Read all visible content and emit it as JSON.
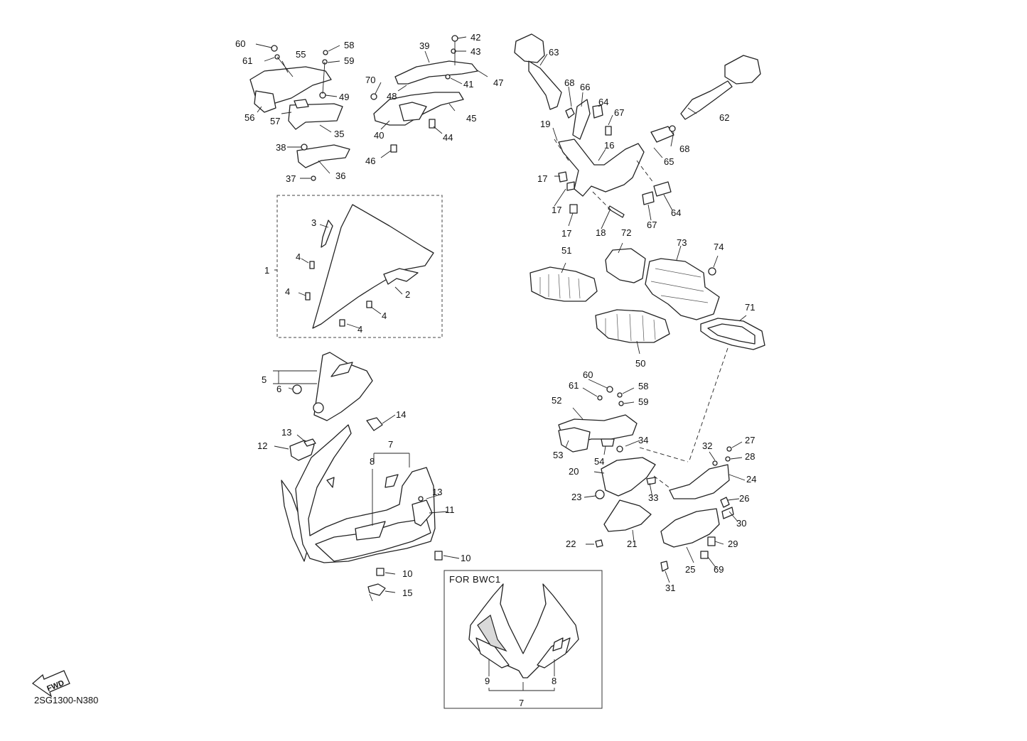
{
  "diagram": {
    "code": "2SG1300-N380",
    "variant_label": "FOR BWC1",
    "fwd_label": "FWD",
    "callouts": [
      {
        "id": "c60a",
        "text": "60"
      },
      {
        "id": "c61a",
        "text": "61"
      },
      {
        "id": "c55",
        "text": "55"
      },
      {
        "id": "c58a",
        "text": "58"
      },
      {
        "id": "c59a",
        "text": "59"
      },
      {
        "id": "c49",
        "text": "49"
      },
      {
        "id": "c56",
        "text": "56"
      },
      {
        "id": "c57",
        "text": "57"
      },
      {
        "id": "c35",
        "text": "35"
      },
      {
        "id": "c38",
        "text": "38"
      },
      {
        "id": "c36",
        "text": "36"
      },
      {
        "id": "c37",
        "text": "37"
      },
      {
        "id": "c42",
        "text": "42"
      },
      {
        "id": "c43",
        "text": "43"
      },
      {
        "id": "c39",
        "text": "39"
      },
      {
        "id": "c47",
        "text": "47"
      },
      {
        "id": "c70",
        "text": "70"
      },
      {
        "id": "c41",
        "text": "41"
      },
      {
        "id": "c48",
        "text": "48"
      },
      {
        "id": "c45",
        "text": "45"
      },
      {
        "id": "c40",
        "text": "40"
      },
      {
        "id": "c44",
        "text": "44"
      },
      {
        "id": "c46",
        "text": "46"
      },
      {
        "id": "c63",
        "text": "63"
      },
      {
        "id": "c68a",
        "text": "68"
      },
      {
        "id": "c66",
        "text": "66"
      },
      {
        "id": "c64a",
        "text": "64"
      },
      {
        "id": "c67a",
        "text": "67"
      },
      {
        "id": "c62",
        "text": "62"
      },
      {
        "id": "c19",
        "text": "19"
      },
      {
        "id": "c16",
        "text": "16"
      },
      {
        "id": "c68b",
        "text": "68"
      },
      {
        "id": "c65",
        "text": "65"
      },
      {
        "id": "c17a",
        "text": "17"
      },
      {
        "id": "c17b",
        "text": "17"
      },
      {
        "id": "c17c",
        "text": "17"
      },
      {
        "id": "c18",
        "text": "18"
      },
      {
        "id": "c67b",
        "text": "67"
      },
      {
        "id": "c64b",
        "text": "64"
      },
      {
        "id": "c3",
        "text": "3"
      },
      {
        "id": "c4a",
        "text": "4"
      },
      {
        "id": "c1",
        "text": "1"
      },
      {
        "id": "c4b",
        "text": "4"
      },
      {
        "id": "c2",
        "text": "2"
      },
      {
        "id": "c4c",
        "text": "4"
      },
      {
        "id": "c4d",
        "text": "4"
      },
      {
        "id": "c51",
        "text": "51"
      },
      {
        "id": "c72",
        "text": "72"
      },
      {
        "id": "c73",
        "text": "73"
      },
      {
        "id": "c74",
        "text": "74"
      },
      {
        "id": "c71",
        "text": "71"
      },
      {
        "id": "c50",
        "text": "50"
      },
      {
        "id": "c5",
        "text": "5"
      },
      {
        "id": "c6",
        "text": "6"
      },
      {
        "id": "c14",
        "text": "14"
      },
      {
        "id": "c13a",
        "text": "13"
      },
      {
        "id": "c12",
        "text": "12"
      },
      {
        "id": "c7a",
        "text": "7"
      },
      {
        "id": "c8a",
        "text": "8"
      },
      {
        "id": "c13b",
        "text": "13"
      },
      {
        "id": "c11",
        "text": "11"
      },
      {
        "id": "c10a",
        "text": "10"
      },
      {
        "id": "c10b",
        "text": "10"
      },
      {
        "id": "c15",
        "text": "15"
      },
      {
        "id": "c60b",
        "text": "60"
      },
      {
        "id": "c61b",
        "text": "61"
      },
      {
        "id": "c58b",
        "text": "58"
      },
      {
        "id": "c52",
        "text": "52"
      },
      {
        "id": "c59b",
        "text": "59"
      },
      {
        "id": "c34",
        "text": "34"
      },
      {
        "id": "c53",
        "text": "53"
      },
      {
        "id": "c54",
        "text": "54"
      },
      {
        "id": "c32",
        "text": "32"
      },
      {
        "id": "c27",
        "text": "27"
      },
      {
        "id": "c28",
        "text": "28"
      },
      {
        "id": "c20",
        "text": "20"
      },
      {
        "id": "c24",
        "text": "24"
      },
      {
        "id": "c33",
        "text": "33"
      },
      {
        "id": "c23",
        "text": "23"
      },
      {
        "id": "c26",
        "text": "26"
      },
      {
        "id": "c30",
        "text": "30"
      },
      {
        "id": "c22",
        "text": "22"
      },
      {
        "id": "c21",
        "text": "21"
      },
      {
        "id": "c29",
        "text": "29"
      },
      {
        "id": "c25",
        "text": "25"
      },
      {
        "id": "c69",
        "text": "69"
      },
      {
        "id": "c31",
        "text": "31"
      },
      {
        "id": "c9",
        "text": "9"
      },
      {
        "id": "c8b",
        "text": "8"
      },
      {
        "id": "c7b",
        "text": "7"
      }
    ]
  }
}
